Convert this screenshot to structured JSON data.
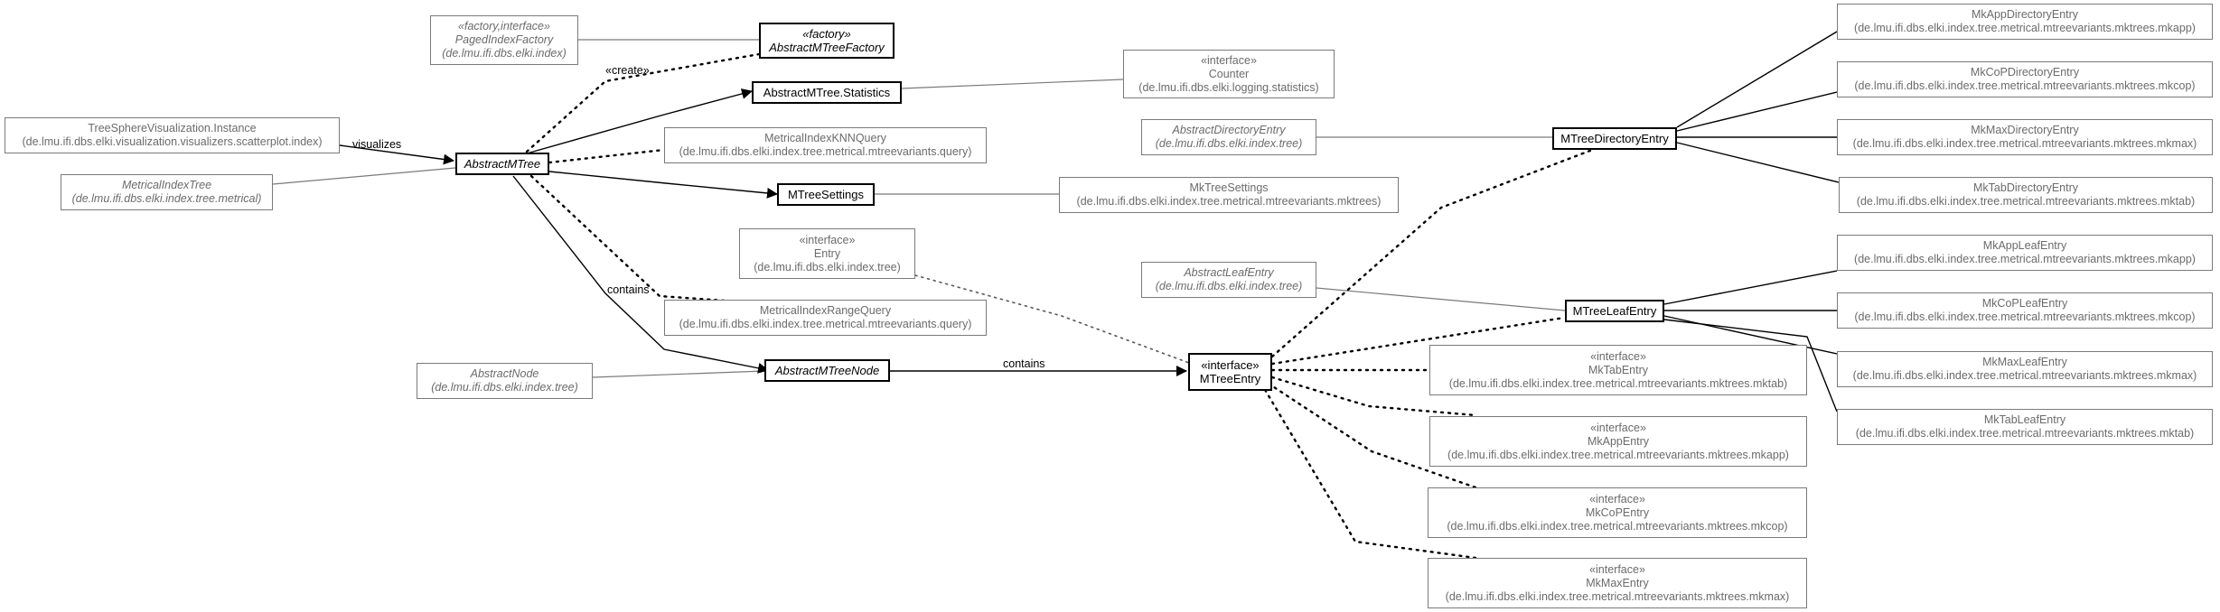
{
  "nodes": {
    "paged_index_factory": {
      "stereotype": "«factory,interface»",
      "name": "PagedIndexFactory",
      "package": "(de.lmu.ifi.dbs.elki.index)"
    },
    "abstract_mtree_factory": {
      "stereotype": "«factory»",
      "name": "AbstractMTreeFactory"
    },
    "counter": {
      "stereotype": "«interface»",
      "name": "Counter",
      "package": "(de.lmu.ifi.dbs.elki.logging.statistics)"
    },
    "mtree_statistics": {
      "name": "AbstractMTree.Statistics"
    },
    "tree_sphere_vis": {
      "name": "TreeSphereVisualization.Instance",
      "package": "(de.lmu.ifi.dbs.elki.visualization.visualizers.scatterplot.index)"
    },
    "metrical_index_tree": {
      "name": "MetricalIndexTree",
      "package": "(de.lmu.ifi.dbs.elki.index.tree.metrical)"
    },
    "abstract_mtree": {
      "name": "AbstractMTree"
    },
    "metrical_index_knn_query": {
      "name": "MetricalIndexKNNQuery",
      "package": "(de.lmu.ifi.dbs.elki.index.tree.metrical.mtreevariants.query)"
    },
    "mtree_settings": {
      "name": "MTreeSettings"
    },
    "mk_tree_settings": {
      "name": "MkTreeSettings",
      "package": "(de.lmu.ifi.dbs.elki.index.tree.metrical.mtreevariants.mktrees)"
    },
    "entry": {
      "stereotype": "«interface»",
      "name": "Entry",
      "package": "(de.lmu.ifi.dbs.elki.index.tree)"
    },
    "metrical_index_range_query": {
      "name": "MetricalIndexRangeQuery",
      "package": "(de.lmu.ifi.dbs.elki.index.tree.metrical.mtreevariants.query)"
    },
    "abstract_node": {
      "name": "AbstractNode",
      "package": "(de.lmu.ifi.dbs.elki.index.tree)"
    },
    "abstract_mtree_node": {
      "name": "AbstractMTreeNode"
    },
    "mtree_entry": {
      "stereotype": "«interface»",
      "name": "MTreeEntry"
    },
    "abstract_directory_entry": {
      "name": "AbstractDirectoryEntry",
      "package": "(de.lmu.ifi.dbs.elki.index.tree)"
    },
    "mtree_directory_entry": {
      "name": "MTreeDirectoryEntry"
    },
    "abstract_leaf_entry": {
      "name": "AbstractLeafEntry",
      "package": "(de.lmu.ifi.dbs.elki.index.tree)"
    },
    "mtree_leaf_entry": {
      "name": "MTreeLeafEntry"
    },
    "mk_app_directory_entry": {
      "name": "MkAppDirectoryEntry",
      "package": "(de.lmu.ifi.dbs.elki.index.tree.metrical.mtreevariants.mktrees.mkapp)"
    },
    "mk_cop_directory_entry": {
      "name": "MkCoPDirectoryEntry",
      "package": "(de.lmu.ifi.dbs.elki.index.tree.metrical.mtreevariants.mktrees.mkcop)"
    },
    "mk_max_directory_entry": {
      "name": "MkMaxDirectoryEntry",
      "package": "(de.lmu.ifi.dbs.elki.index.tree.metrical.mtreevariants.mktrees.mkmax)"
    },
    "mk_tab_directory_entry": {
      "name": "MkTabDirectoryEntry",
      "package": "(de.lmu.ifi.dbs.elki.index.tree.metrical.mtreevariants.mktrees.mktab)"
    },
    "mk_app_leaf_entry": {
      "name": "MkAppLeafEntry",
      "package": "(de.lmu.ifi.dbs.elki.index.tree.metrical.mtreevariants.mktrees.mkapp)"
    },
    "mk_cop_leaf_entry": {
      "name": "MkCoPLeafEntry",
      "package": "(de.lmu.ifi.dbs.elki.index.tree.metrical.mtreevariants.mktrees.mkcop)"
    },
    "mk_max_leaf_entry": {
      "name": "MkMaxLeafEntry",
      "package": "(de.lmu.ifi.dbs.elki.index.tree.metrical.mtreevariants.mktrees.mkmax)"
    },
    "mk_tab_leaf_entry": {
      "name": "MkTabLeafEntry",
      "package": "(de.lmu.ifi.dbs.elki.index.tree.metrical.mtreevariants.mktrees.mktab)"
    },
    "mk_tab_entry": {
      "stereotype": "«interface»",
      "name": "MkTabEntry",
      "package": "(de.lmu.ifi.dbs.elki.index.tree.metrical.mtreevariants.mktrees.mktab)"
    },
    "mk_app_entry": {
      "stereotype": "«interface»",
      "name": "MkAppEntry",
      "package": "(de.lmu.ifi.dbs.elki.index.tree.metrical.mtreevariants.mktrees.mkapp)"
    },
    "mk_cop_entry": {
      "stereotype": "«interface»",
      "name": "MkCoPEntry",
      "package": "(de.lmu.ifi.dbs.elki.index.tree.metrical.mtreevariants.mktrees.mkcop)"
    },
    "mk_max_entry": {
      "stereotype": "«interface»",
      "name": "MkMaxEntry",
      "package": "(de.lmu.ifi.dbs.elki.index.tree.metrical.mtreevariants.mktrees.mkmax)"
    }
  },
  "edge_labels": {
    "create": "«create»",
    "visualizes": "visualizes",
    "contains_tree_node": "contains",
    "contains_node_entry": "contains"
  }
}
